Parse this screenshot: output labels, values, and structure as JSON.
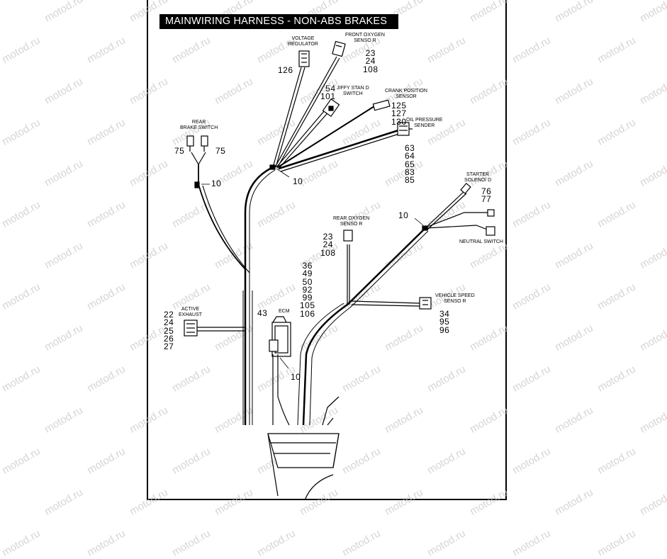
{
  "title": "MAINWIRING HARNESS - NON-ABS BRAKES",
  "watermark": "motod.ru",
  "components": {
    "voltage_regulator": {
      "label": "VOLTAGE\nREGULATOR",
      "parts": "126"
    },
    "front_oxygen_sensor": {
      "label": "FRONT OXYGEN\nSENSO R",
      "parts": "23\n24\n108"
    },
    "jiffy_stand_switch": {
      "label": "JIFFY STAN D\nSWITCH",
      "parts": "54\n101"
    },
    "crank_position_sensor": {
      "label": "CRANK POSITION\nSENSOR",
      "parts": "125\n127\n130"
    },
    "oil_pressure_sender": {
      "label": "OIL PRESSURE\nSENDER",
      "parts": "63\n64\n65\n83\n85"
    },
    "rear_brake_switch": {
      "label": "REAR\nBRAKE SWITCH",
      "parts_left": "75",
      "parts_right": "75"
    },
    "starter_solenoid": {
      "label": "STARTER\nSOLENOI D",
      "parts": "76\n77"
    },
    "neutral_switch": {
      "label": "NEUTRAL SWITCH"
    },
    "rear_oxygen_sensor": {
      "label": "REAR OXYGEN\nSENSO R",
      "parts": "23\n24\n108"
    },
    "active_exhaust": {
      "label": "ACTIVE\nEXHAUST",
      "parts": "22\n24\n25\n26\n27"
    },
    "ecm": {
      "label": "ECM",
      "parts_left": "43",
      "parts": "36\n49\n50\n92\n99\n105\n106"
    },
    "vehicle_speed_sensor": {
      "label": "VEHICLE SPEED\nSENSO R",
      "parts": "34\n95\n96"
    }
  },
  "callouts": {
    "brake_branch": "10",
    "main_junction": "10",
    "right_junction": "10",
    "ecm_junction": "10"
  }
}
